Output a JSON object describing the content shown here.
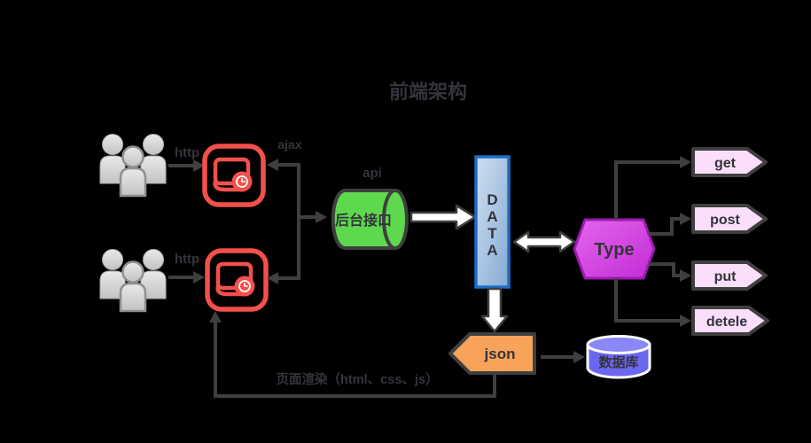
{
  "title": "前端架构",
  "labels": {
    "http_top": "http",
    "http_bottom": "http",
    "ajax": "ajax",
    "api": "api",
    "backend": "后台接口",
    "data_letters": [
      "D",
      "A",
      "T",
      "A"
    ],
    "type": "Type",
    "methods": [
      "get",
      "post",
      "put",
      "detele"
    ],
    "json": "json",
    "database": "数据库",
    "render_note": "页面渲染（html、css、js）"
  },
  "colors": {
    "background": "#000000",
    "line": "#3f3f3f",
    "text_dark": "#34343c",
    "red": "#f3504b",
    "green": "#5ed94e",
    "data_border": "#1b6ec8",
    "data_fill_top": "#cfe0f2",
    "data_fill_bottom": "#84aad2",
    "type_border": "#9b1bb0",
    "type_fill_light": "#e466ec",
    "type_fill_dark": "#c22cd6",
    "type_text": "#45104d",
    "method_fill": "#fbdffa",
    "json_fill": "#f7a359",
    "db_fill": "#6b68f0",
    "db_top_fill": "#8a88f6",
    "people_fill_light": "#e9e9e9",
    "people_fill_dark": "#c3c3c3"
  }
}
